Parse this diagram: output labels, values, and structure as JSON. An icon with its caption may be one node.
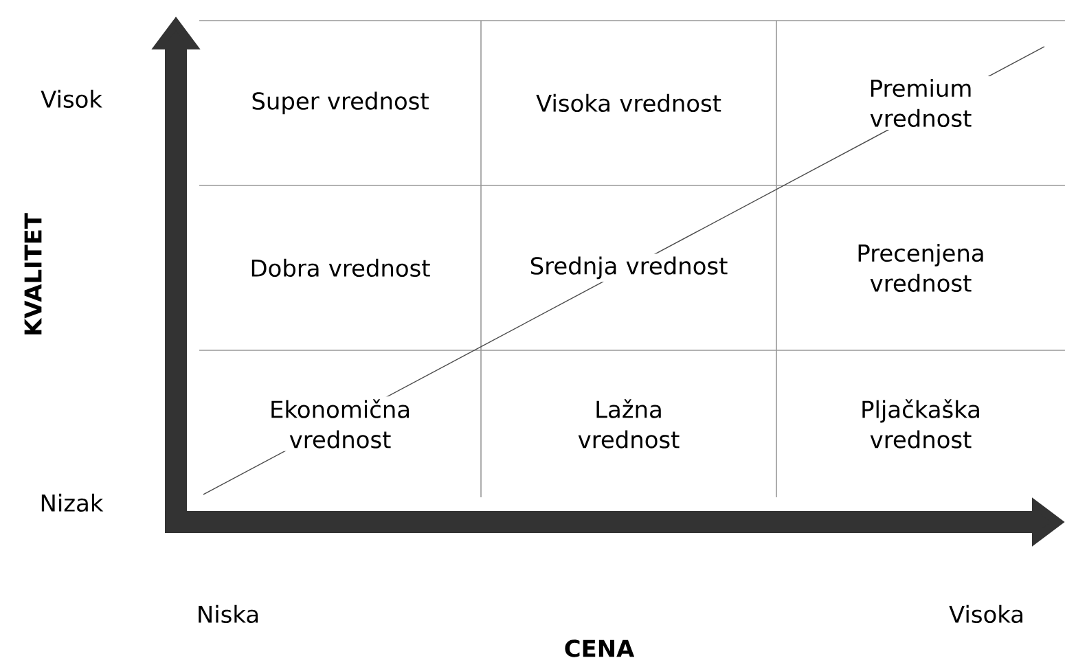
{
  "diagram": {
    "labels": [
      "Super vrednost",
      "Visoka vrednost",
      "Premium vrednost",
      "Dobra vrednost",
      "Srednja vrednost",
      "Precenjena vrednost",
      "Ekonomična vrednost",
      "Lažna vrednost",
      "Pljačkaška vrednost",
      "Visok",
      "Nizak",
      "KVALITET",
      "Niska",
      "Visoka",
      "CENA"
    ]
  }
}
